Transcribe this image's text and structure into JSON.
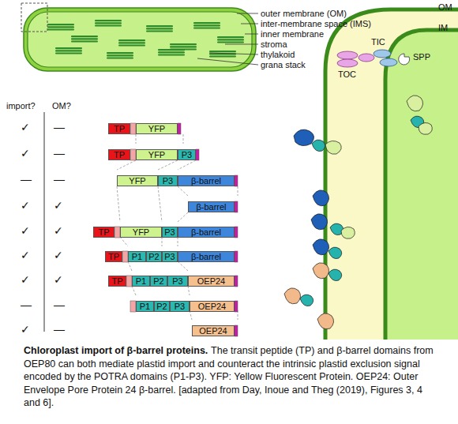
{
  "diagram": {
    "title": "Chloroplast import of β-barrel proteins.",
    "caption": "The transit peptide (TP) and β-barrel domains from OEP80 can both mediate plastid import and counteract the intrinsic plastid exclusion signal encoded by the POTRA domains (P1-P3). YFP: Yellow Fluorescent Protein. OEP24: Outer Envelope Pore Protein 24 β-barrel. [adapted from Day, Inoue and Theg (2019), Figures 3, 4 and 6].",
    "nodes": [
      {
        "text": [
          "TP"
        ]
      },
      {
        "text": [
          "YFP"
        ]
      },
      {
        "text": [
          "TP"
        ]
      },
      {
        "text": [
          "YFP"
        ]
      },
      {
        "text": [
          "P3"
        ]
      },
      {
        "text": [
          "YFP"
        ]
      },
      {
        "text": [
          "P3"
        ]
      },
      {
        "text": [
          "β-barrel"
        ]
      },
      {
        "text": [
          "β-barrel"
        ]
      },
      {
        "text": [
          "TP"
        ]
      },
      {
        "text": [
          "YFP"
        ]
      },
      {
        "text": [
          "P3"
        ]
      },
      {
        "text": [
          "β-barrel"
        ]
      },
      {
        "text": [
          "TP"
        ]
      },
      {
        "text": [
          "P1"
        ]
      },
      {
        "text": [
          "P2"
        ]
      },
      {
        "text": [
          "P3"
        ]
      },
      {
        "text": [
          "β-barrel"
        ]
      },
      {
        "text": [
          "TP"
        ]
      },
      {
        "text": [
          "P1"
        ]
      },
      {
        "text": [
          "P2"
        ]
      },
      {
        "text": [
          "P3"
        ]
      },
      {
        "text": [
          "OEP24"
        ]
      },
      {
        "text": [
          "P1"
        ]
      },
      {
        "text": [
          "P2"
        ]
      },
      {
        "text": [
          "P3"
        ]
      },
      {
        "text": [
          "OEP24"
        ]
      },
      {
        "text": [
          "OEP24"
        ]
      }
    ],
    "labels": [
      "outer membrane (OM)",
      "inter-membrane space (IMS)",
      "inner membrane",
      "stroma",
      "thylakoid",
      "grana stack",
      "import?",
      "OM?",
      "✓",
      "—",
      "✓",
      "—",
      "—",
      "—",
      "✓",
      "✓",
      "✓",
      "✓",
      "✓",
      "✓",
      "✓",
      "✓",
      "—",
      "—",
      "✓",
      "—",
      "OM",
      "IM",
      "TOC",
      "TIC",
      "SPP"
    ]
  }
}
